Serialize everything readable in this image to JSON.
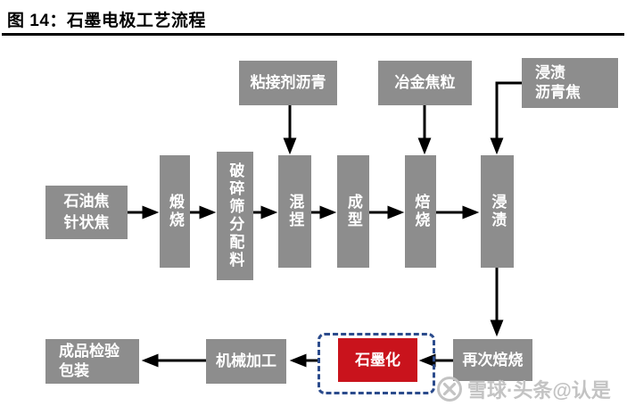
{
  "title": "图 14：石墨电极工艺流程",
  "colors": {
    "box_gray": "#8d8d8d",
    "graphitization_red": "#c9131c",
    "dashed_border_blue": "#2b4b8c",
    "arrow_black": "#000000",
    "title_black": "#000000",
    "watermark_gray": "#c3c3c3",
    "background": "#ffffff"
  },
  "diagram": {
    "nodes": {
      "petroleum_needle_coke": {
        "label": "石油焦\n针状焦"
      },
      "binder_pitch": {
        "label": "粘接剂沥青"
      },
      "metallurgical_coke_particles": {
        "label": "冶金焦粒"
      },
      "impregnated_pitch_coke": {
        "label": "浸渍\n沥青焦"
      },
      "calcination": {
        "label": "煅烧"
      },
      "crushing_screening_batching": {
        "label": "破碎筛分配料"
      },
      "kneading": {
        "label": "混捏"
      },
      "forming": {
        "label": "成型"
      },
      "baking": {
        "label": "焙烧"
      },
      "impregnation": {
        "label": "浸渍"
      },
      "rebaking": {
        "label": "再次焙烧"
      },
      "graphitization": {
        "label": "石墨化"
      },
      "machining": {
        "label": "机械加工"
      },
      "inspection_packaging": {
        "label": "成品检验\n包装"
      }
    },
    "edges": [
      {
        "from": "petroleum_needle_coke",
        "to": "calcination"
      },
      {
        "from": "calcination",
        "to": "crushing_screening_batching"
      },
      {
        "from": "crushing_screening_batching",
        "to": "kneading"
      },
      {
        "from": "binder_pitch",
        "to": "kneading"
      },
      {
        "from": "kneading",
        "to": "forming"
      },
      {
        "from": "forming",
        "to": "baking"
      },
      {
        "from": "metallurgical_coke_particles",
        "to": "baking"
      },
      {
        "from": "baking",
        "to": "impregnation"
      },
      {
        "from": "impregnated_pitch_coke",
        "to": "impregnation"
      },
      {
        "from": "impregnation",
        "to": "rebaking"
      },
      {
        "from": "rebaking",
        "to": "graphitization"
      },
      {
        "from": "graphitization",
        "to": "machining"
      },
      {
        "from": "machining",
        "to": "inspection_packaging"
      }
    ]
  },
  "watermark": {
    "logo": "xueqiu-snowball-logo",
    "text": "雪球·头条@认是"
  }
}
